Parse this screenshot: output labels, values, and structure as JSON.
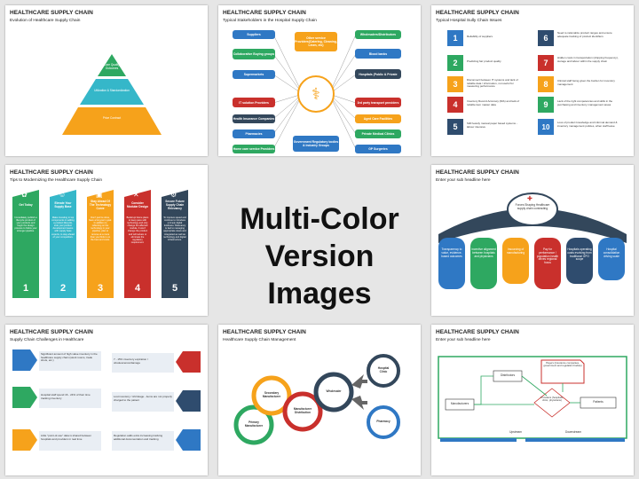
{
  "center": {
    "line1": "Multi-Color",
    "line2": "Version Images"
  },
  "slides": [
    {
      "title": "HEALTHCARE SUPPLY CHAIN",
      "sub": "Evolution of Healthcare Supply Chain",
      "tiers": [
        "Care Quality Outcomes",
        "Utilization & Standardization",
        "Price Contract"
      ]
    },
    {
      "title": "HEALTHCARE SUPPLY CHAIN",
      "sub": "Typical Stakeholders in the Hospital Supply Chain",
      "left": [
        "Suppliers",
        "Collaborative Buying groups",
        "Supermarkets",
        "IT solution Providers",
        "Health Insurance Companies",
        "Pharmacies",
        "Home care service Providers"
      ],
      "right": [
        "Wholesalers/Distributors",
        "Blood banks",
        "Hospitals (Public & Private",
        "3rd party transport providers",
        "Aged Care Facilities",
        "Private Medical Clinics",
        "GP Surgeries"
      ],
      "top": "Other service Providers(Catering, Cleaning, Linen, etc)",
      "bottom": "Government Regulatory bodies & Industry Groups"
    },
    {
      "title": "HEALTHCARE SUPPLY CHAIN",
      "sub": "Typical Hospital Sully Chain Issues",
      "items": [
        {
          "n": "1",
          "t": "Reliability of suppliers"
        },
        {
          "n": "2",
          "t": "Predicting fair product quality"
        },
        {
          "n": "3",
          "t": "Disconnect between IT systems and lack of reliable data / information, not useful for measuring performance"
        },
        {
          "n": "4",
          "t": "Inventory Record Accuracy (IRA) and lack of reliable item master data"
        },
        {
          "n": "5",
          "t": "Still heavily manual paper based systems - labour intensive"
        },
        {
          "n": "6",
          "t": "Need to rationalize product ranges and ensure adequate tracking of product identifiers"
        },
        {
          "n": "7",
          "t": "Hidden costs in transportation (shipping frequency), storage and labour within the supply chain"
        },
        {
          "n": "8",
          "t": "Clinical staff being given the burden for inventory management"
        },
        {
          "n": "9",
          "t": "Lack of the right competencies and skills in the purchasing and inventory management areas"
        },
        {
          "n": "10",
          "t": "Loss of product knowledge and informal demand & inventory management policies, when staff leave"
        }
      ]
    },
    {
      "title": "HEALTHCARE SUPPLY CHAIN",
      "sub": "Tips to Modernizing the Healthcare Supply Chain",
      "cols": [
        {
          "n": "1",
          "h": "Get Today",
          "b": "Immediately publish a lifecycle product of your products and begin the design process to follow your stronger pipeline."
        },
        {
          "n": "2",
          "h": "Elevate Your Supply Base",
          "b": "Make investing in top components in adding a product lifecycle, look your product development teams with supply base experts, to stay ahead of your competitors."
        },
        {
          "n": "3",
          "h": "Stay Ahead Of The Technology Curve",
          "b": "Don't just be done, have a long-term goal. In addition to reflecting on the technology in your pipeline, plan to remove at a more than you think is on the best and costs."
        },
        {
          "n": "4",
          "h": "Consider Modular Design",
          "b": "Bankrupt future plans to keep pace with technology and only change the affected module. It won't change the product and will reduce or eliminate the regulatory requirement."
        },
        {
          "n": "5",
          "h": "Secure Future Supply Chain Relevancy",
          "b": "To improve speed and continue to introduce a timely digital lucidness. Relevancy is tied to managing appropriate views and integrated as well as technology and digital infrastructure."
        }
      ]
    },
    {
      "title": "HEALTHCARE SUPPLY CHAIN",
      "sub": "Enter your sub headline here",
      "hub": "Forces Shaping Healthcare supply chain contracting",
      "fingers": [
        "Transparency to value, evidence-based outcomes",
        "Incentive alignment between hospitals and physicians",
        "Insourcing of manufacturing",
        "Pay for performance / population health drives regional focus",
        "Hospitals operating costs evolving from traditional GPO scope",
        "Hospital consolidation driving scale"
      ]
    },
    {
      "title": "HEALTHCARE SUPPLY CHAIN",
      "sub": "Supply Chain Challenges in Healthcare",
      "items": [
        "Significant amount of high value inventory in the healthcare supply chain (stock rooms, trade shots, etc.)",
        "7 - 15% inventory expiration / obsolescence/damage",
        "Hospital staff spend 16 - 24% of their time tracking inventory",
        "Lost inventory / shrinkage - items are not properly charged to the patient",
        "Little \"point-of-use\" data is shared between hospitals and providers in real time",
        "Regulation adds extra increasing tracking additional documentation and tracking"
      ]
    },
    {
      "title": "HEALTHCARE SUPPLY CHAIN",
      "sub": "Healthcare Supply Chain Management",
      "rings": [
        "Primary Manufacturer",
        "Secondary Manufacturer",
        "Manufacturer Distribution",
        "Wholesaler"
      ],
      "ends": [
        "Hospital Clinic",
        "Pharmacy"
      ]
    },
    {
      "title": "HEALTHCARE SUPPLY CHAIN",
      "sub": "Enter your sub headline here",
      "flow": {
        "manufacturers": "Manufacturers",
        "distributors": "Distributors",
        "payers": "Payers (insurance companies, government and regulation bodies)",
        "providers": "Providers (hospitals, clinic, physicians)",
        "patients": "Patients",
        "upstream": "Upstream",
        "downstream": "Downstream"
      }
    }
  ]
}
